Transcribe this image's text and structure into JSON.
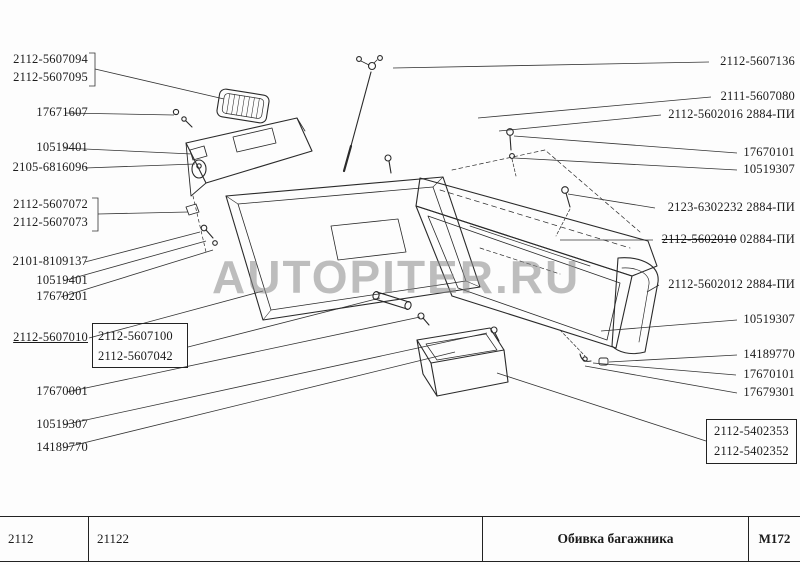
{
  "watermark": "AUTOPITER.RU",
  "left_labels": [
    "2112-5607094",
    "2112-5607095",
    "17671607",
    "10519401",
    "2105-6816096",
    "2112-5607072",
    "2112-5607073",
    "2101-8109137",
    "10519401",
    "17670201",
    "2112-5607010",
    "2112-5607100",
    "2112-5607042",
    "17670001",
    "10519307",
    "14189770"
  ],
  "right_labels": [
    "2112-5607136",
    "2111-5607080",
    "2112-5602016 2884-ПИ",
    "17670101",
    "10519307",
    "2123-6302232 2884-ПИ",
    "2112-5602010",
    "02884-ПИ",
    "2112-5602012 2884-ПИ",
    "10519307",
    "14189770",
    "17670101",
    "17679301",
    "2112-5402353",
    "2112-5402352"
  ],
  "footer": {
    "model_code": "2112",
    "modification_code": "21122",
    "section_title": "Обивка багажника",
    "figure_number": "М172"
  }
}
